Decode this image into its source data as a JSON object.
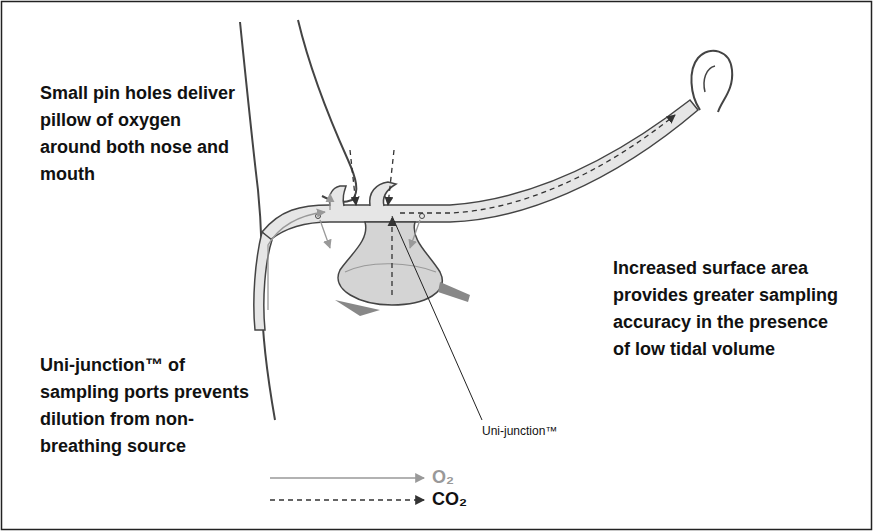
{
  "diagram": {
    "labels": [
      "Small pin holes deliver pillow of oxygen around both nose and mouth",
      "Uni-junction™ of sampling ports prevents dilution from non-breathing source",
      "Increased surface area provides greater sampling accuracy in the presence of low tidal volume",
      "Uni-junction™"
    ],
    "legend": [
      {
        "text": "O₂"
      },
      {
        "text": "CO₂"
      }
    ]
  }
}
